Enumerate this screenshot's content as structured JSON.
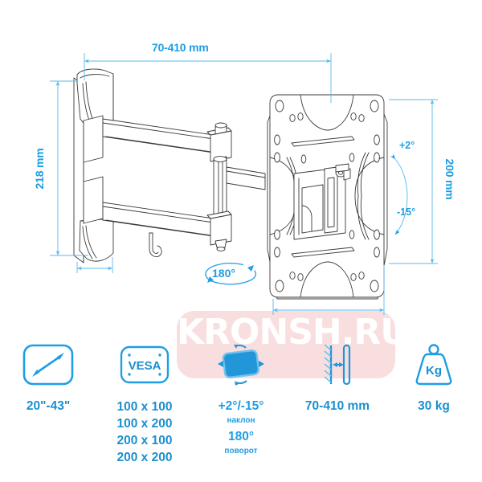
{
  "drawing": {
    "dimensions": {
      "top_width": "70-410 mm",
      "left_height": "218 mm",
      "right_height": "200 mm",
      "tilt_up": "+2°",
      "tilt_down": "-15°",
      "swivel": "180°"
    },
    "colors": {
      "accent_blue": "#1e9ee3",
      "label_blue": "#1a8fcf",
      "line_gray": "#3a3a3a",
      "watermark_pink": "#f9dedf"
    }
  },
  "watermark": {
    "text": "KRONSH.RU"
  },
  "specs": [
    {
      "icon": "screen-diagonal-icon",
      "main": "20\"-43\"",
      "sub": "",
      "lines": []
    },
    {
      "icon": "vesa-icon",
      "icon_text": "VESA",
      "main": "",
      "sub": "",
      "lines": [
        "100 x 100",
        "100 x 200",
        "200 x 100",
        "200 x 200"
      ]
    },
    {
      "icon": "tilt-swivel-icon",
      "main": "+2°/-15°",
      "sub": "наклон",
      "main2": "180°",
      "sub2": "поворот",
      "lines": []
    },
    {
      "icon": "wall-distance-icon",
      "main": "70-410 mm",
      "sub": "",
      "lines": []
    },
    {
      "icon": "weight-icon",
      "icon_text": "Kg",
      "main": "30 kg",
      "sub": "",
      "lines": []
    }
  ]
}
